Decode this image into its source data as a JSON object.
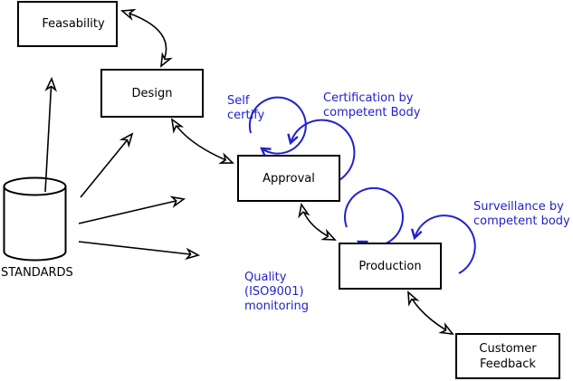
{
  "colors": {
    "annotation_blue": "#2222cc",
    "line_black": "#000000",
    "box_fill": "#ffffff"
  },
  "nodes": {
    "feasability": {
      "label": "Feasability"
    },
    "design": {
      "label": "Design"
    },
    "approval": {
      "label": "Approval"
    },
    "production": {
      "label": "Production"
    },
    "customer_feedback": {
      "lines": [
        "Customer",
        "Feedback"
      ]
    },
    "standards": {
      "label": "STANDARDS",
      "shape": "cylinder"
    }
  },
  "annotations": {
    "self_certify": {
      "lines": [
        "Self",
        "certify"
      ]
    },
    "certification": {
      "lines": [
        "Certification by",
        "competent Body"
      ]
    },
    "surveillance": {
      "lines": [
        "Surveillance by",
        "competent body"
      ]
    },
    "quality_monitoring": {
      "lines": [
        "Quality",
        "(ISO9001)",
        "monitoring"
      ]
    }
  },
  "edges": [
    {
      "from": "feasability",
      "to": "design",
      "bidirectional": true,
      "style": "curved-black"
    },
    {
      "from": "design",
      "to": "approval",
      "bidirectional": true,
      "style": "curved-black"
    },
    {
      "from": "approval",
      "to": "production",
      "bidirectional": true,
      "style": "curved-black"
    },
    {
      "from": "production",
      "to": "customer_feedback",
      "bidirectional": true,
      "style": "curved-black"
    },
    {
      "from": "standards",
      "to": "feasability",
      "bidirectional": false,
      "style": "straight-black"
    },
    {
      "from": "standards",
      "to": "design",
      "bidirectional": false,
      "style": "straight-black"
    },
    {
      "from": "standards",
      "to": "approval",
      "bidirectional": false,
      "style": "straight-black"
    },
    {
      "from": "standards",
      "to": "production",
      "bidirectional": false,
      "style": "straight-black"
    },
    {
      "type": "self-loop",
      "on": "approval",
      "annotation": "self_certify",
      "style": "blue-circle"
    },
    {
      "type": "self-loop",
      "on": "approval",
      "annotation": "certification",
      "style": "blue-circle"
    },
    {
      "type": "self-loop",
      "on": "production",
      "annotation": "quality_monitoring",
      "style": "blue-circle"
    },
    {
      "type": "self-loop",
      "on": "production",
      "annotation": "surveillance",
      "style": "blue-circle"
    }
  ]
}
